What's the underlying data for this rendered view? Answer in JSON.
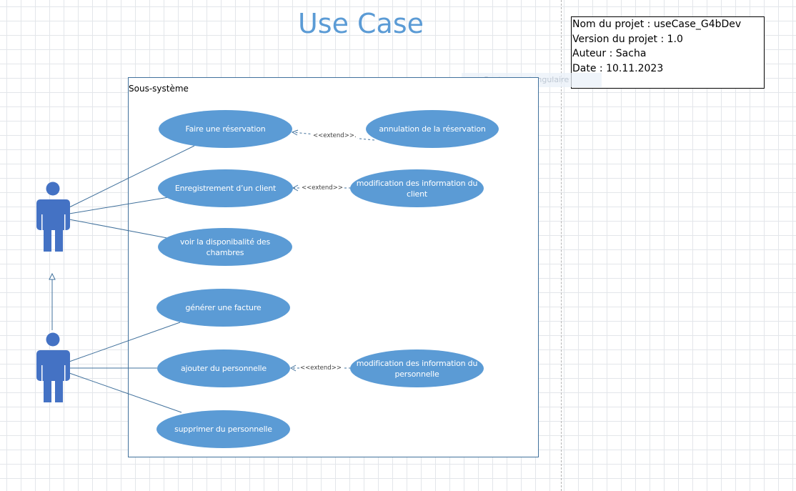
{
  "title": "Use Case",
  "project_info": {
    "lines": [
      "Nom du projet : useCase_G4bDev",
      "Version du projet : 1.0",
      "Auteur : Sacha",
      "Date : 10.11.2023"
    ]
  },
  "tooltip": "Capture rectangulaire",
  "system_label": "Sous-système",
  "use_cases": {
    "faire_reservation": "Faire une réservation",
    "annulation_reservation": "annulation de la réservation",
    "enregistrement_client": "Enregistrement d’un client",
    "modification_client": "modification des information du client",
    "disponibilite_chambres": "voir la disponibalité des chambres",
    "generer_facture": "générer une facture",
    "ajouter_personnel": "ajouter du personnelle",
    "modification_personnel": "modification des information du personnelle",
    "supprimer_personnel": "supprimer du personnelle"
  },
  "relations": {
    "extend_reservation": "<<extend>>.",
    "extend_client": "<<extend>>",
    "extend_personnel": "<<extend>>"
  },
  "colors": {
    "use_case_fill": "#5b9bd5",
    "actor_fill": "#4472c4",
    "line": "#41719c",
    "title": "#5b9bd5"
  }
}
